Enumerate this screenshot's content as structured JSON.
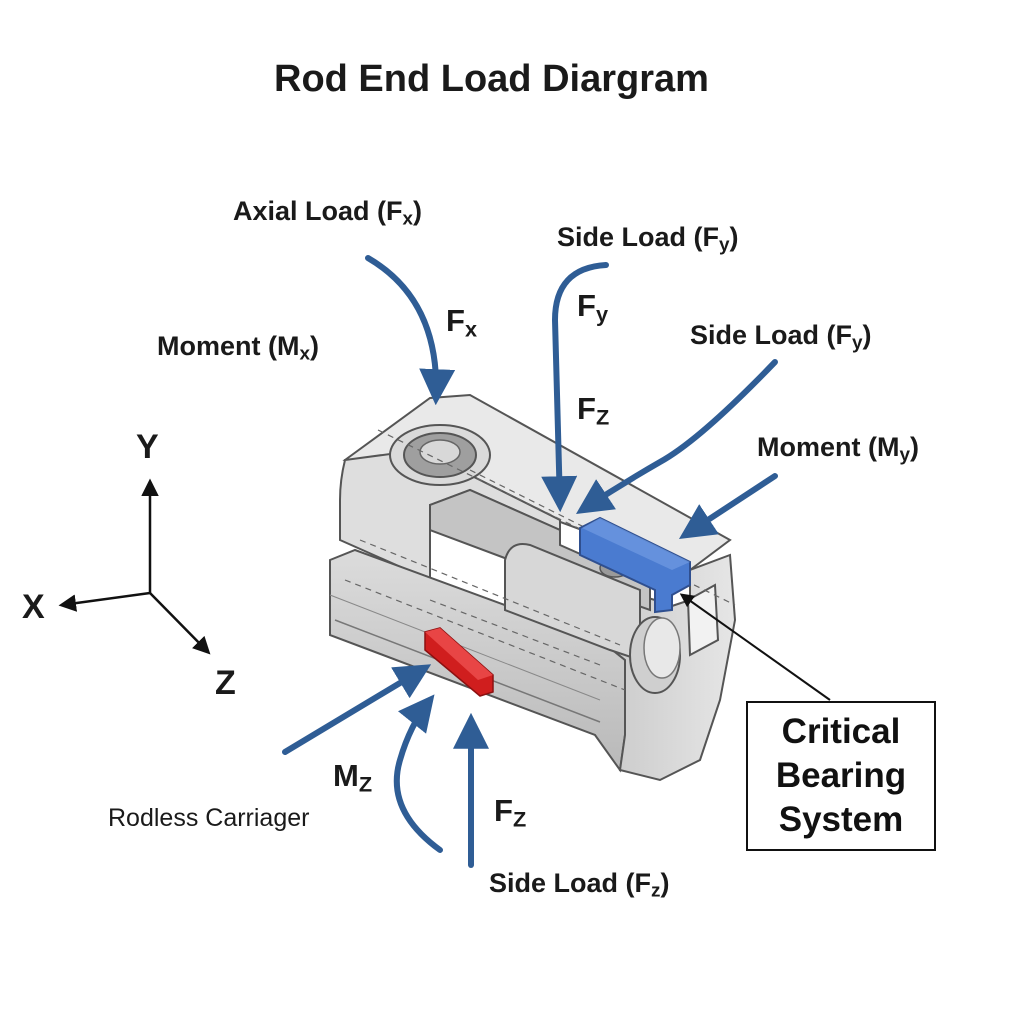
{
  "title": "Rod End Load Diargram",
  "labels": {
    "axial_load_prefix": "Axial Load (F",
    "axial_load_sub": "x",
    "side_load_y_prefix": "Side Load (F",
    "side_load_y_sub": "y",
    "side_load_y2_prefix": "Side Load (F",
    "side_load_y2_sub": "y",
    "moment_mx_prefix": "Moment (M",
    "moment_mx_sub": "x",
    "moment_my_prefix": "Moment (M",
    "moment_my_sub": "y",
    "side_load_z_prefix": "Side Load (F",
    "side_load_z_sub": "z",
    "close_paren": ")",
    "rodless_carriage": "Rodless Carriager"
  },
  "symbols": {
    "fx": {
      "base": "F",
      "sub": "x"
    },
    "fy": {
      "base": "F",
      "sub": "y"
    },
    "fz_top": {
      "base": "F",
      "sub": "Z"
    },
    "fz_bottom": {
      "base": "F",
      "sub": "Z"
    },
    "mz": {
      "base": "M",
      "sub": "Z"
    }
  },
  "axes": {
    "x": "X",
    "y": "Y",
    "z": "Z"
  },
  "callout": {
    "line1": "Critical",
    "line2": "Bearing",
    "line3": "System"
  },
  "colors": {
    "arrow": "#2f5d95",
    "body": "#d4d4d4",
    "body_dark": "#a9a9a9",
    "bearing_blue": "#4a7bd0",
    "marker_red": "#d01e1e"
  },
  "icons": [
    "axis-triad-icon",
    "carriage-body-illustration"
  ]
}
